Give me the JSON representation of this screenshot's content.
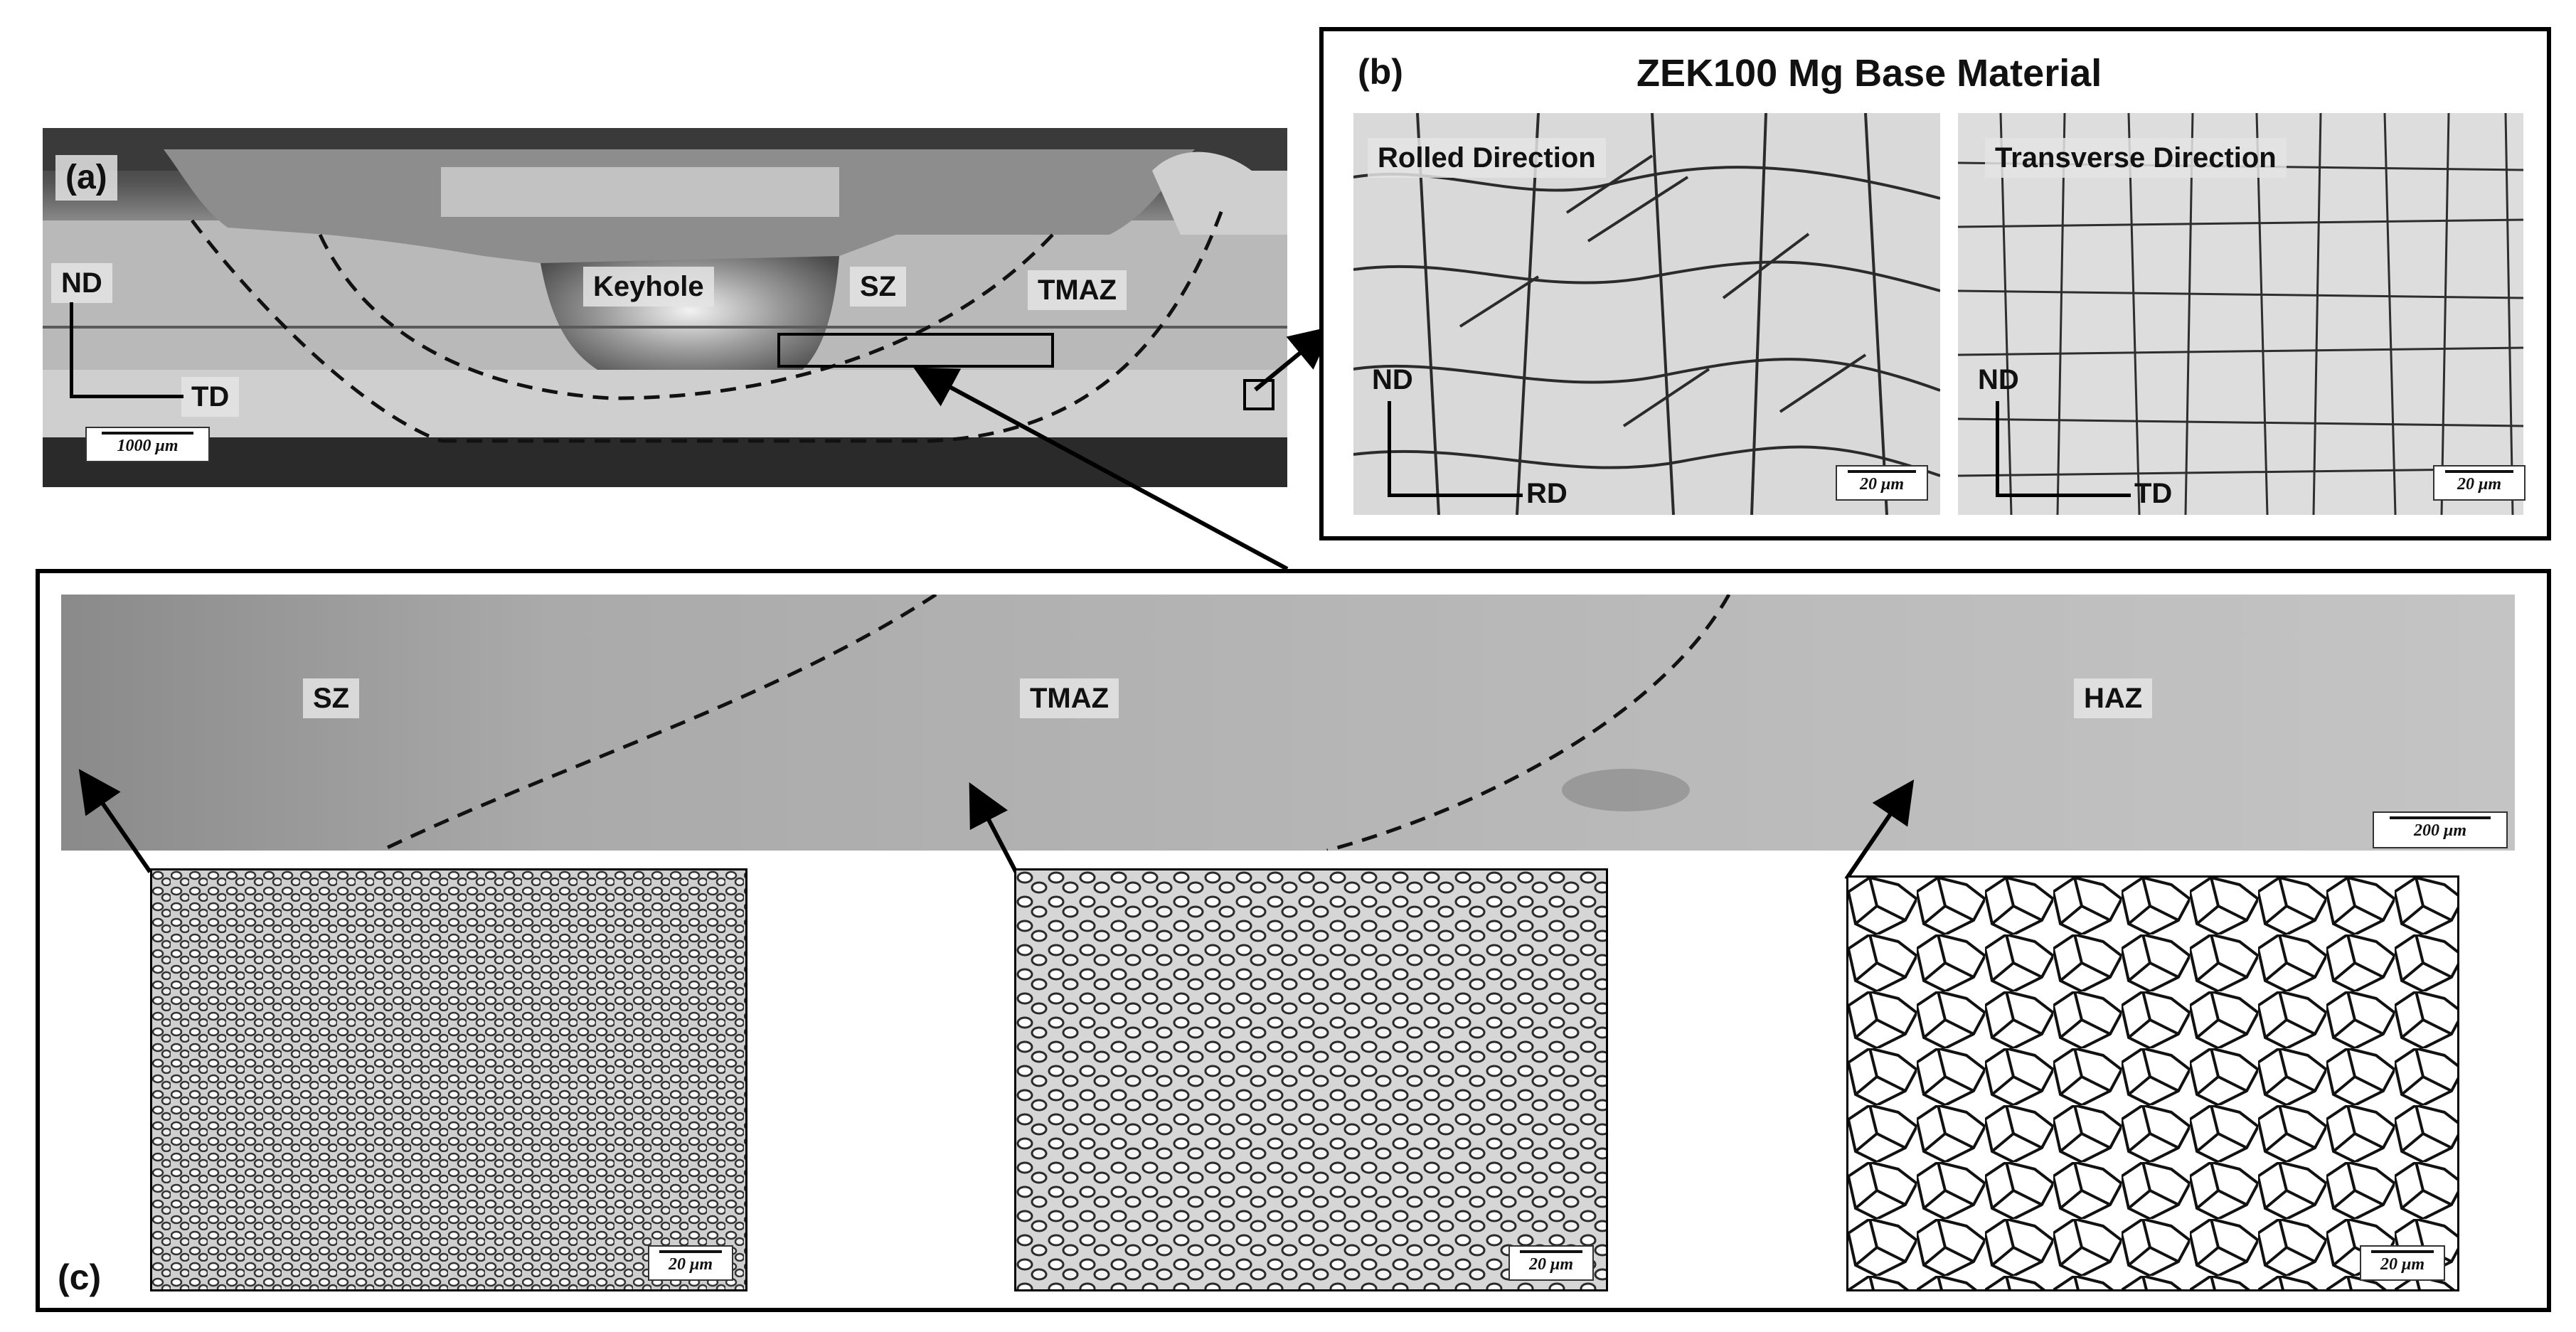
{
  "panel_a": {
    "letter": "(a)",
    "labels": {
      "keyhole": "Keyhole",
      "sz": "SZ",
      "tmaz": "TMAZ"
    },
    "axes": {
      "vertical": "ND",
      "horizontal": "TD"
    },
    "scale_bar": "1000 μm"
  },
  "panel_b": {
    "letter": "(b)",
    "title": "ZEK100 Mg Base Material",
    "left": {
      "label": "Rolled Direction",
      "axis_v": "ND",
      "axis_h": "RD",
      "scale_bar": "20 μm"
    },
    "right": {
      "label": "Transverse Direction",
      "axis_v": "ND",
      "axis_h": "TD",
      "scale_bar": "20 μm"
    }
  },
  "panel_c": {
    "letter": "(c)",
    "zones": {
      "sz": "SZ",
      "tmaz": "TMAZ",
      "haz": "HAZ"
    },
    "overview_scale_bar": "200 μm",
    "insets": [
      {
        "zone": "SZ",
        "scale_bar": "20 μm"
      },
      {
        "zone": "TMAZ",
        "scale_bar": "20 μm"
      },
      {
        "zone": "HAZ",
        "scale_bar": "20 μm"
      }
    ]
  }
}
